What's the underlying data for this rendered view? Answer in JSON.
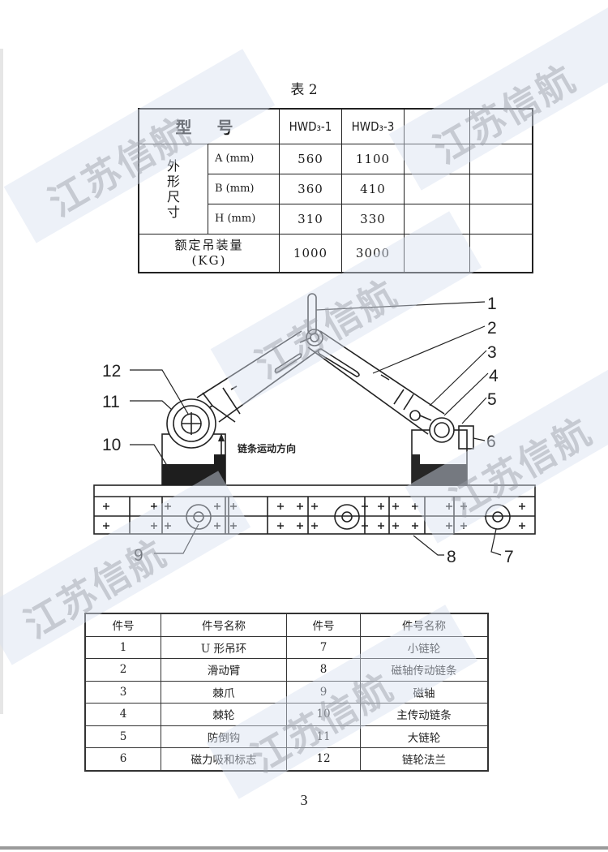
{
  "table2": {
    "title": "表 2",
    "header_label": "型 号",
    "models": [
      "HWD₃-1",
      "HWD₃-3",
      "",
      ""
    ],
    "dimension_group_label": "外\n形\n尺\n寸",
    "rows": [
      {
        "label": "A (mm)",
        "values": [
          "560",
          "1100",
          "",
          ""
        ]
      },
      {
        "label": "B (mm)",
        "values": [
          "360",
          "410",
          "",
          ""
        ]
      },
      {
        "label": "H (mm)",
        "values": [
          "310",
          "330",
          "",
          ""
        ]
      }
    ],
    "load_label_line1": "额定吊装量",
    "load_label_line2": "(KG)",
    "load_values": [
      "1000",
      "3000",
      "",
      ""
    ]
  },
  "diagram": {
    "annotation": "链条运动方向",
    "callouts": [
      "1",
      "2",
      "3",
      "4",
      "5",
      "6",
      "7",
      "8",
      "9",
      "10",
      "11",
      "12"
    ]
  },
  "parts_table": {
    "headers": [
      "件号",
      "件号名称",
      "件号",
      "件号名称"
    ],
    "rows": [
      [
        "1",
        "U 形吊环",
        "7",
        "小链轮"
      ],
      [
        "2",
        "滑动臂",
        "8",
        "磁轴传动链条"
      ],
      [
        "3",
        "棘爪",
        "9",
        "磁轴"
      ],
      [
        "4",
        "棘轮",
        "10",
        "主传动链条"
      ],
      [
        "5",
        "防倒钩",
        "11",
        "大链轮"
      ],
      [
        "6",
        "磁力吸和标志",
        "12",
        "链轮法兰"
      ]
    ]
  },
  "page_number": "3",
  "watermark_text": "江苏信航"
}
